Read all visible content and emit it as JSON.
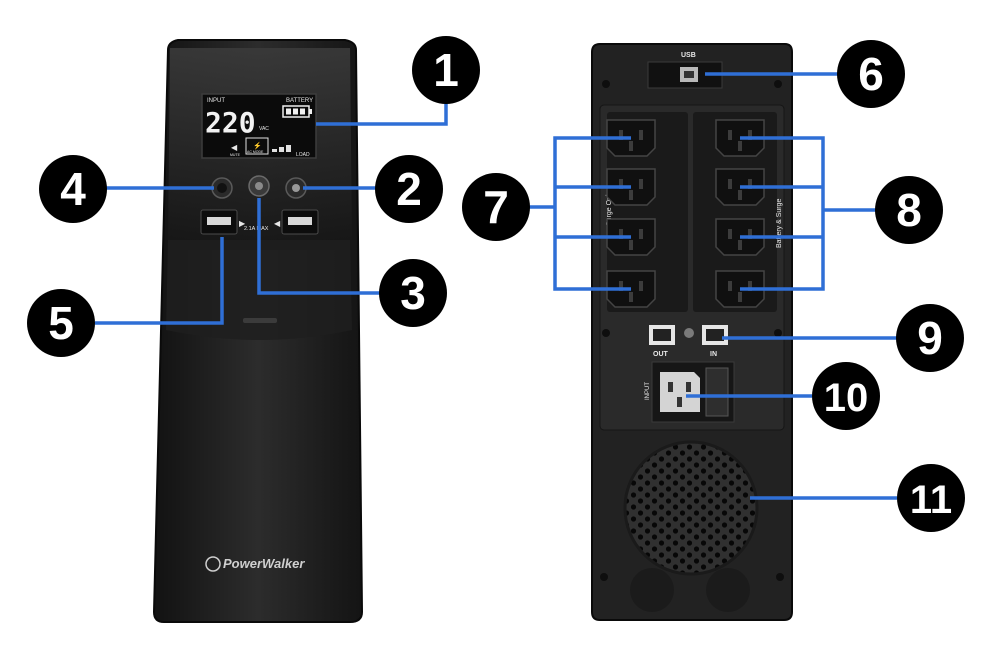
{
  "colors": {
    "callout_fill": "#000000",
    "callout_text": "#ffffff",
    "leader_line": "#2f6fd6",
    "ups_body": "#1c1c1c",
    "ups_face": "#2a2a2a",
    "lcd_bg": "#0b0b0b",
    "socket": "#141414",
    "back_panel": "#262626"
  },
  "front_unit": {
    "lcd": {
      "input_label": "INPUT",
      "battery_label": "BATTERY",
      "voltage": "220",
      "voltage_unit": "VAC",
      "mute_label": "MUTE",
      "mode_label": "AC MODE",
      "load_label": "LOAD"
    },
    "usb_charge_label": "2.1A MAX",
    "brand": "PowerWalker"
  },
  "back_unit": {
    "usb_label": "USB",
    "surge_only_label": "Surge Only",
    "battery_surge_label": "Battery & Surge",
    "rj45_out_label": "OUT",
    "rj45_in_label": "IN",
    "input_label": "INPUT"
  },
  "callouts": [
    {
      "label": "1"
    },
    {
      "label": "2"
    },
    {
      "label": "3"
    },
    {
      "label": "4"
    },
    {
      "label": "5"
    },
    {
      "label": "6"
    },
    {
      "label": "7"
    },
    {
      "label": "8"
    },
    {
      "label": "9"
    },
    {
      "label": "10"
    },
    {
      "label": "11"
    }
  ]
}
